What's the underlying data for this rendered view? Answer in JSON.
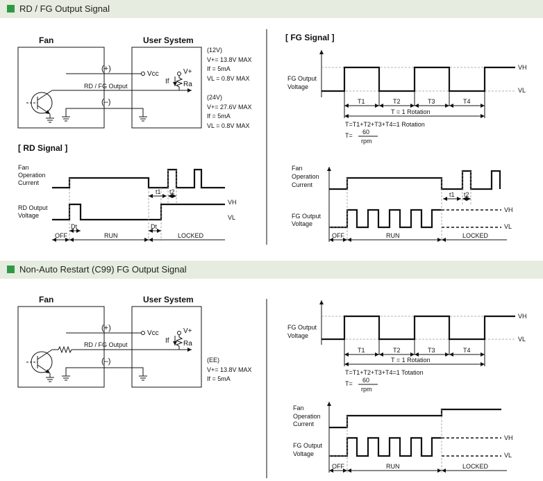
{
  "sections": [
    {
      "title": "RD / FG Output Signal"
    },
    {
      "title": "Non-Auto Restart (C99) FG Output Signal"
    }
  ],
  "colors": {
    "header_bg": "#e6ecdf",
    "header_square": "#2f9a46"
  },
  "circuit": {
    "fan": "Fan",
    "user_system": "User System",
    "plus": "(+)",
    "minus": "(–)",
    "signal": "RD / FG Output",
    "vcc": "Vcc",
    "vplus": "V+",
    "if": "If",
    "ra": "Ra"
  },
  "specs1": [
    {
      "t": "(12V)"
    },
    {
      "t": "V+= 13.8V MAX"
    },
    {
      "t": "If = 5mA"
    },
    {
      "t": "VL = 0.8V MAX"
    },
    {
      "t": "(24V)"
    },
    {
      "t": "V+= 27.6V MAX"
    },
    {
      "t": "If = 5mA"
    },
    {
      "t": "VL = 0.8V MAX"
    }
  ],
  "specs2": [
    {
      "t": "(EE)"
    },
    {
      "t": "V+= 13.8V MAX"
    },
    {
      "t": "If = 5mA"
    }
  ],
  "rd": {
    "title": "[ RD Signal ]",
    "fan_current": [
      "Fan",
      "Operation",
      "Current"
    ],
    "output": [
      "RD Output",
      "Voltage"
    ],
    "vh": "VH",
    "vl": "VL",
    "t1": "t1",
    "t2": "t2",
    "dt": "Dt",
    "off": "OFF",
    "run": "RUN",
    "locked": "LOCKED"
  },
  "fg": {
    "title": "[ FG Signal ]",
    "output": [
      "FG Output",
      "Voltage"
    ],
    "vh": "VH",
    "vl": "VL",
    "periods": [
      "T1",
      "T2",
      "T3",
      "T4"
    ],
    "rotation": "T = 1 Rotation",
    "formula1": "T=T1+T2+T3+T4=1 Rotation",
    "formula1b": "T=T1+T2+T3+T4=1 Totation",
    "t_eq": "T=",
    "num": "60",
    "den": "rpm"
  },
  "fgrun": {
    "fan_current": [
      "Fan",
      "Operation",
      "Current"
    ],
    "output": [
      "FG Output",
      "Voltage"
    ],
    "vh": "VH",
    "vl": "VL",
    "t1": "t1",
    "t2": "t2",
    "off": "OFF",
    "run": "RUN",
    "locked": "LOCKED"
  }
}
